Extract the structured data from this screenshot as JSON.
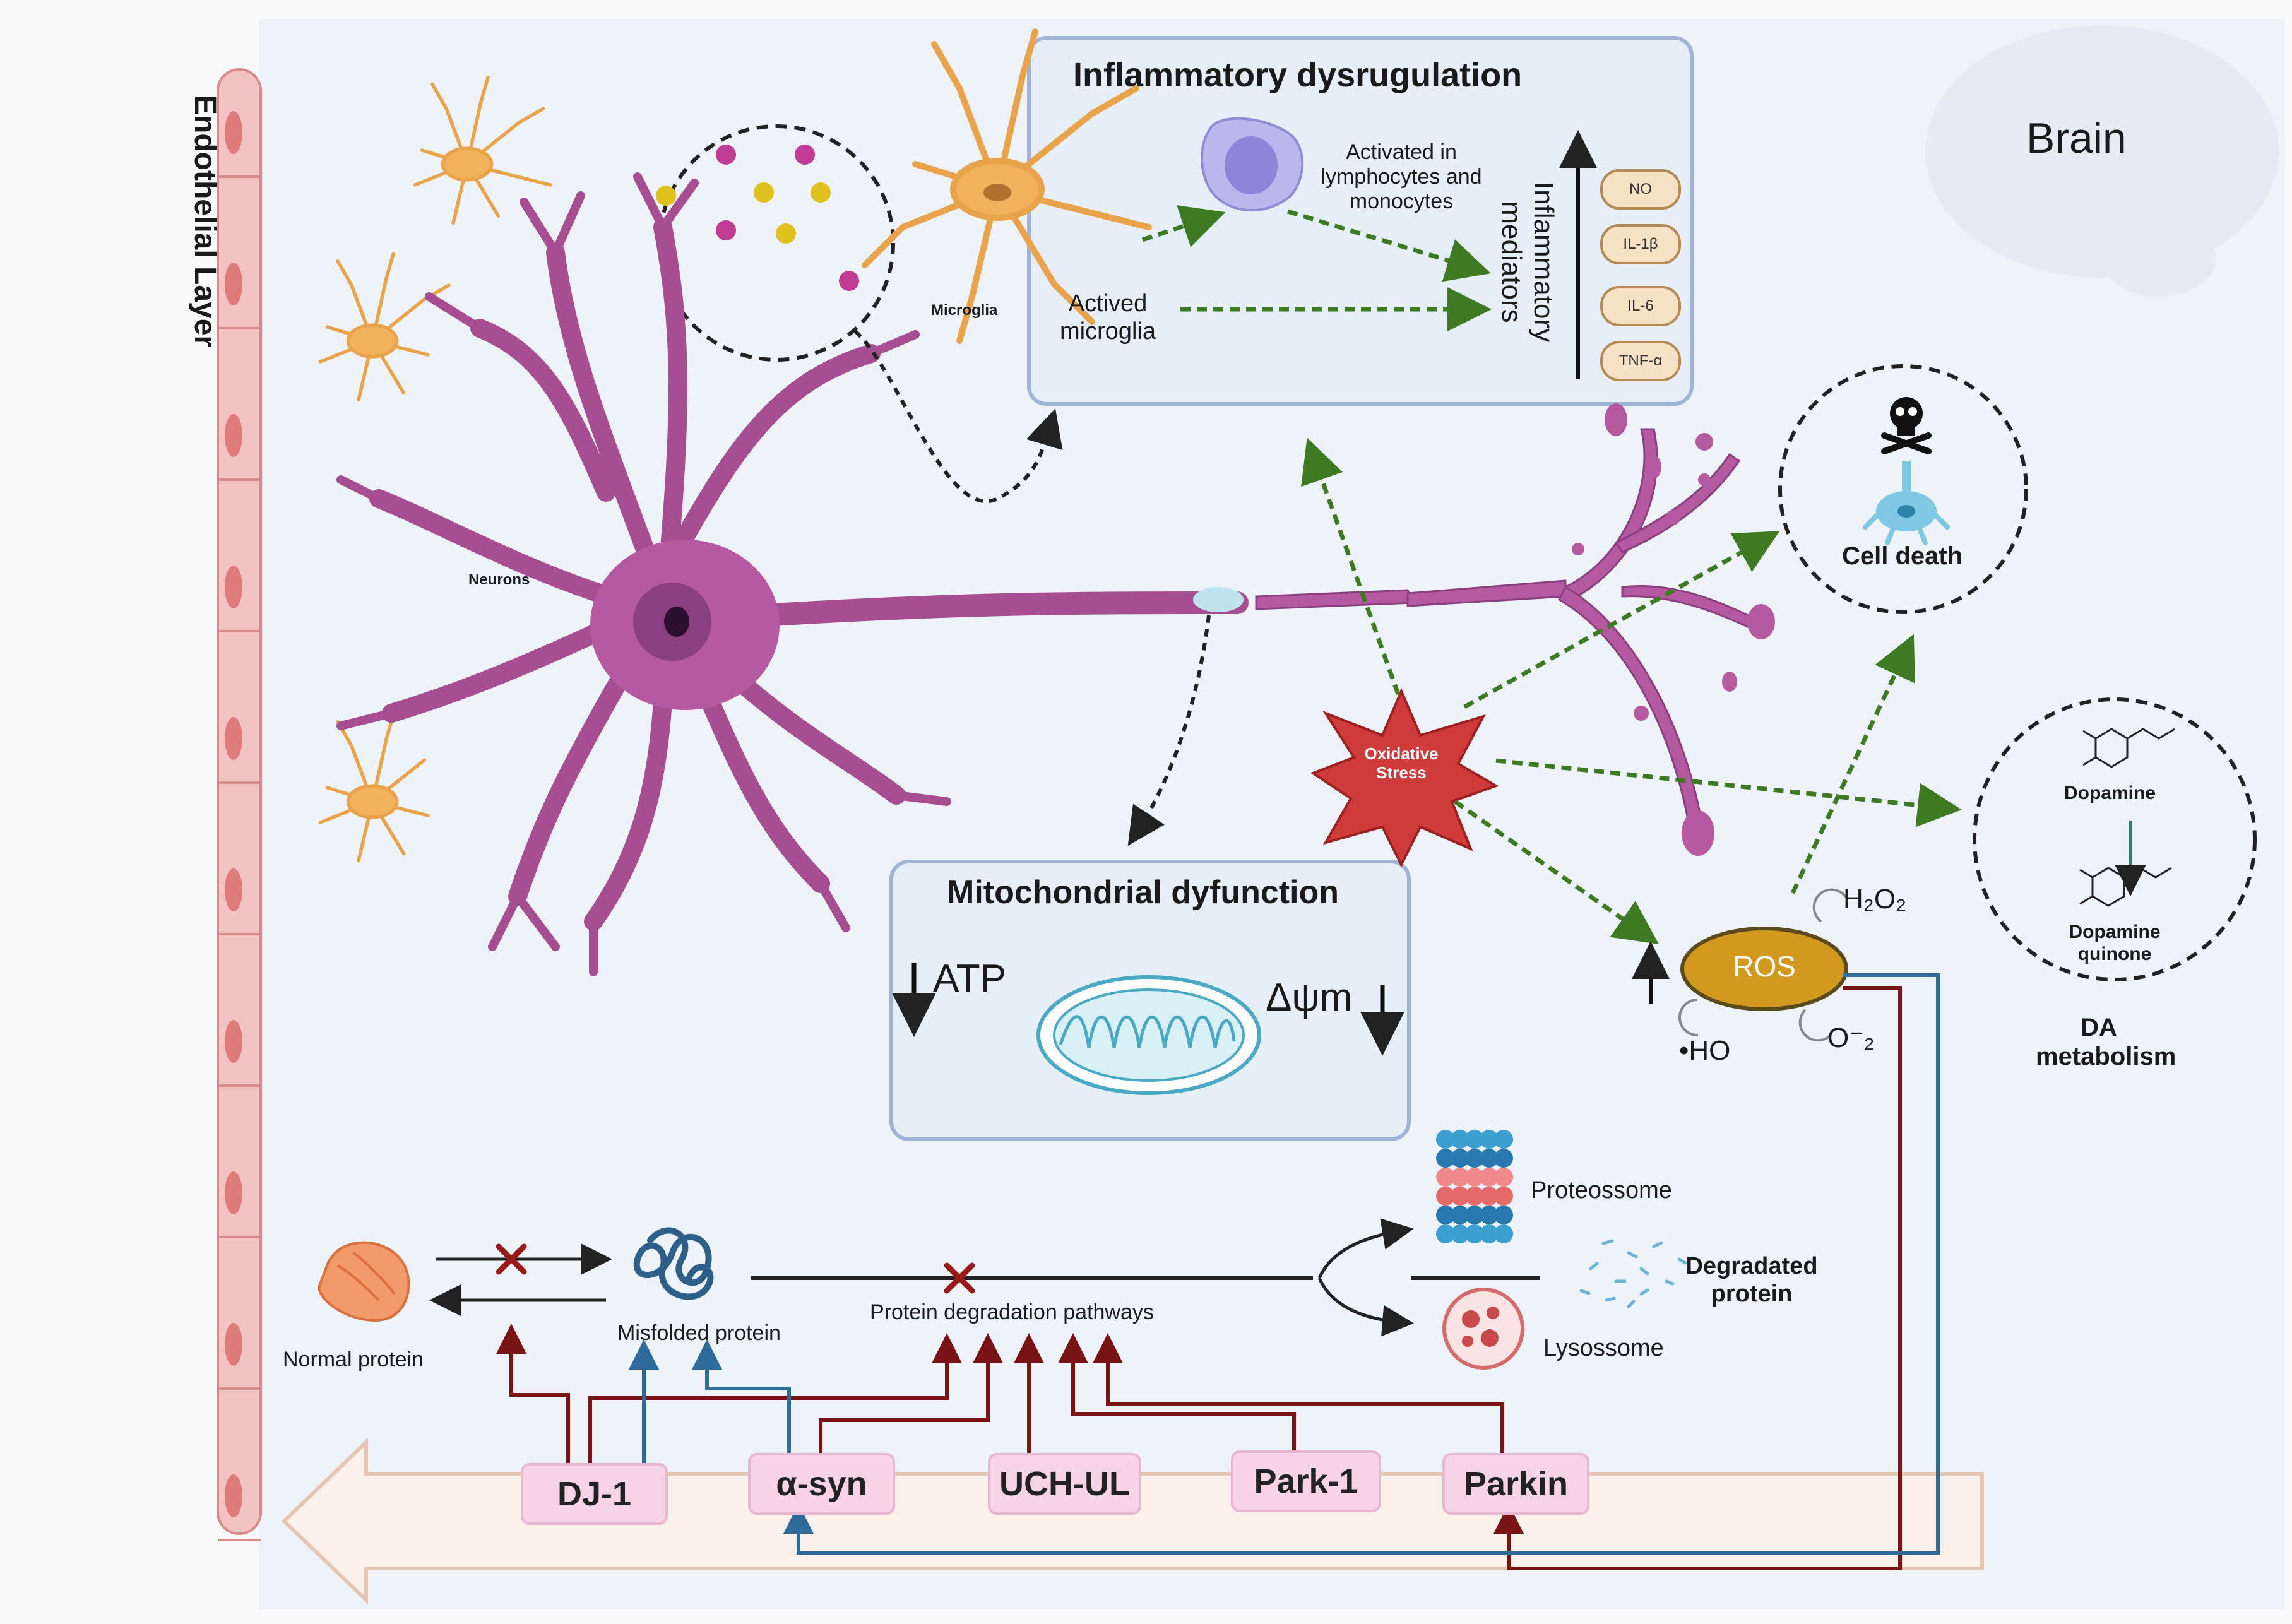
{
  "labels": {
    "endothelial": "Endothelial Layer",
    "brain": "Brain",
    "neurons": "Neurons",
    "microglia": "Microglia",
    "inflammatory_title": "Inflammatory dysrugulation",
    "activated_in": "Activated in lymphocytes and monocytes",
    "actived_microglia": "Actived microglia",
    "mediators": "Inflammatory mediators",
    "cell_death": "Cell death",
    "oxidative_stress": "Oxidative Stress",
    "mito_title": "Mitochondrial dyfunction",
    "atp": "ATP",
    "dpsi": "Δψm",
    "ros": "ROS",
    "h2o2": "H₂O₂",
    "ho": "•HO",
    "o2": "O⁻₂",
    "dopamine": "Dopamine",
    "dopamine_quinone": "Dopamine quinone",
    "da_metabolism": "DA metabolism",
    "proteosome": "Proteossome",
    "lysosome": "Lysossome",
    "degraded_protein": "Degradated protein",
    "normal_protein": "Normal protein",
    "misfolded_protein": "Misfolded protein",
    "protein_degradation": "Protein degradation pathways"
  },
  "mediators": [
    "NO",
    "IL-1β",
    "IL-6",
    "TNF-α"
  ],
  "genes": [
    "DJ-1",
    "α-syn",
    "UCH-UL",
    "Park-1",
    "Parkin"
  ],
  "colors": {
    "neuron": "#b55aa0",
    "microglia": "#f2b25c",
    "panel_bg": "#e6eef8",
    "panel_border": "#9fb4d6",
    "green_arrow": "#3d7a21",
    "red_arrow": "#7a1414",
    "blue_arrow": "#2f6b9a",
    "ros": "#d19a1e",
    "oxidative_star": "#cf3a3a"
  }
}
